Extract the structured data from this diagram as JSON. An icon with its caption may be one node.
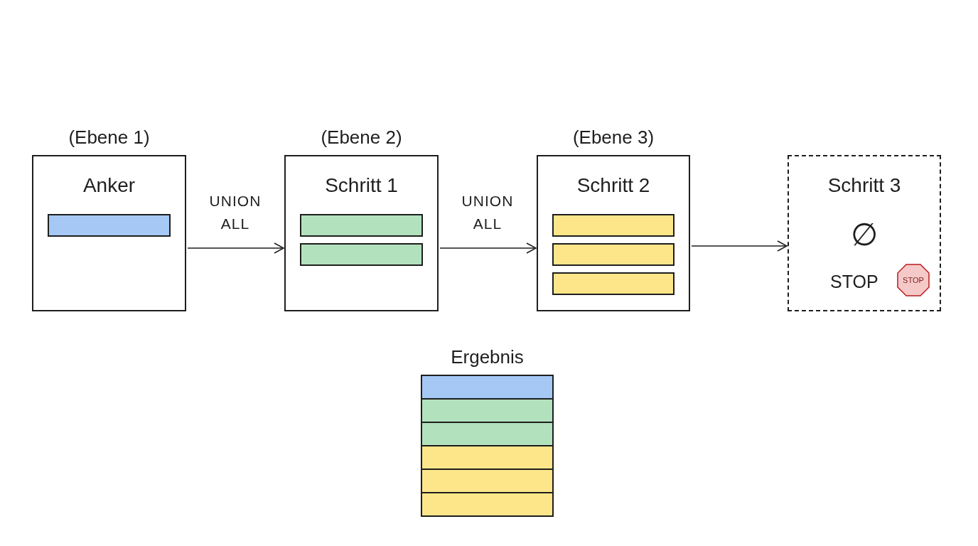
{
  "diagram": {
    "nodes": [
      {
        "text": [
          "(Ebene 1)",
          "Anker"
        ]
      },
      {
        "text": [
          "(Ebene 2)",
          "Schritt 1"
        ]
      },
      {
        "text": [
          "(Ebene 3)",
          "Schritt 2"
        ]
      },
      {
        "text": [
          "Schritt 3",
          "∅",
          "STOP"
        ]
      },
      {
        "text": [
          "STOP"
        ],
        "in": 3
      },
      {
        "text": [
          "Ergebnis"
        ]
      }
    ],
    "edges": [
      {
        "from": 0,
        "to": 1,
        "arrow": "to",
        "label": "UNION ALL"
      },
      {
        "from": 1,
        "to": 2,
        "arrow": "to",
        "label": "UNION ALL"
      },
      {
        "from": 2,
        "to": 3,
        "arrow": "to"
      }
    ]
  }
}
